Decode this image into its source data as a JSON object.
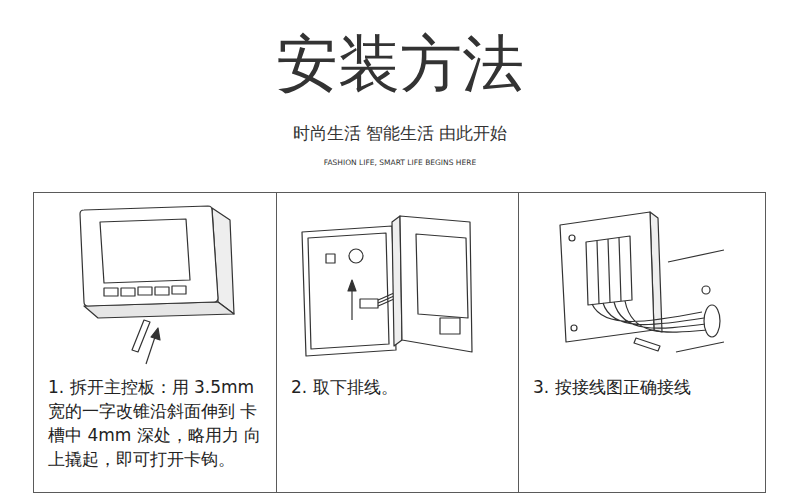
{
  "diagram": {
    "title": "安装方法",
    "nodes": [
      {
        "text": [
          "1. 拆开主控板：用 3.5mm 宽的一字改锥沿斜面伸到 卡槽中 4mm 深处，略用力 向上撬起，即可打开卡钩。"
        ]
      },
      {
        "text": [
          "2. 取下排线。"
        ]
      },
      {
        "text": [
          "3. 按接线图正确接线"
        ]
      }
    ],
    "labels": [
      "时尚生活 智能生活 由此开始",
      "FASHION LIFE, SMART LIFE BEGINS HERE"
    ]
  }
}
